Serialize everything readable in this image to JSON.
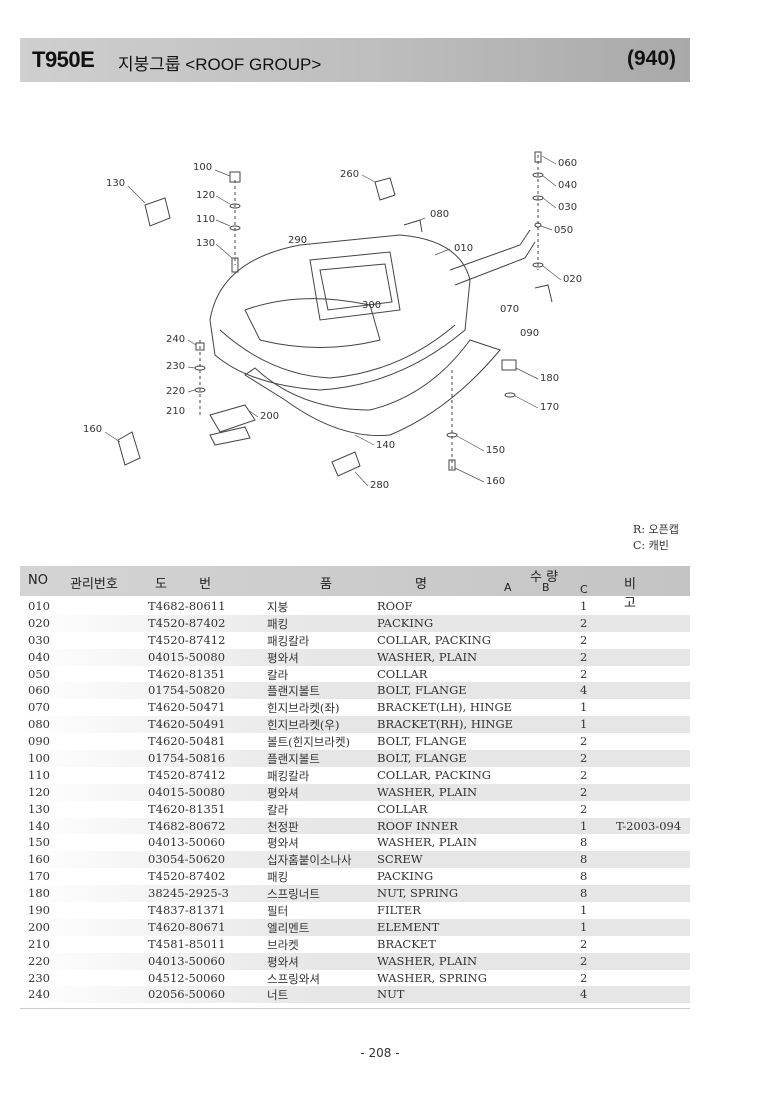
{
  "header": {
    "model": "T950E",
    "title": "지붕그룹 <ROOF GROUP>",
    "code": "(940)"
  },
  "legend": [
    "R: 오픈캡",
    "C: 캐빈"
  ],
  "table": {
    "headers": {
      "no": "NO",
      "mgmt": "관리번호",
      "drawing": "도 번",
      "name_ko": "품",
      "name_en": "명",
      "qty": "수 량",
      "qa": "A",
      "qb": "B",
      "qc": "C",
      "remarks": "비 고"
    }
  },
  "rows": [
    {
      "no": "010",
      "pn": "T4682-80611",
      "ko": "지붕",
      "en": "ROOF",
      "a": "",
      "b": "",
      "c": "1",
      "rm": ""
    },
    {
      "no": "020",
      "pn": "T4520-87402",
      "ko": "패킹",
      "en": "PACKING",
      "a": "",
      "b": "",
      "c": "2",
      "rm": ""
    },
    {
      "no": "030",
      "pn": "T4520-87412",
      "ko": "패킹칼라",
      "en": "COLLAR, PACKING",
      "a": "",
      "b": "",
      "c": "2",
      "rm": ""
    },
    {
      "no": "040",
      "pn": "04015-50080",
      "ko": "평와셔",
      "en": "WASHER, PLAIN",
      "a": "",
      "b": "",
      "c": "2",
      "rm": ""
    },
    {
      "no": "050",
      "pn": "T4620-81351",
      "ko": "칼라",
      "en": "COLLAR",
      "a": "",
      "b": "",
      "c": "2",
      "rm": ""
    },
    {
      "no": "060",
      "pn": "01754-50820",
      "ko": "플랜지볼트",
      "en": "BOLT, FLANGE",
      "a": "",
      "b": "",
      "c": "4",
      "rm": ""
    },
    {
      "no": "070",
      "pn": "T4620-50471",
      "ko": "힌지브라켓(좌)",
      "en": "BRACKET(LH), HINGE",
      "a": "",
      "b": "",
      "c": "1",
      "rm": ""
    },
    {
      "no": "080",
      "pn": "T4620-50491",
      "ko": "힌지브라켓(우)",
      "en": "BRACKET(RH), HINGE",
      "a": "",
      "b": "",
      "c": "1",
      "rm": ""
    },
    {
      "no": "090",
      "pn": "T4620-50481",
      "ko": "볼트(힌지브라켓)",
      "en": "BOLT, FLANGE",
      "a": "",
      "b": "",
      "c": "2",
      "rm": ""
    },
    {
      "no": "100",
      "pn": "01754-50816",
      "ko": "플랜지볼트",
      "en": "BOLT, FLANGE",
      "a": "",
      "b": "",
      "c": "2",
      "rm": ""
    },
    {
      "no": "110",
      "pn": "T4520-87412",
      "ko": "패킹칼라",
      "en": "COLLAR, PACKING",
      "a": "",
      "b": "",
      "c": "2",
      "rm": ""
    },
    {
      "no": "120",
      "pn": "04015-50080",
      "ko": "평와셔",
      "en": "WASHER, PLAIN",
      "a": "",
      "b": "",
      "c": "2",
      "rm": ""
    },
    {
      "no": "130",
      "pn": "T4620-81351",
      "ko": "칼라",
      "en": "COLLAR",
      "a": "",
      "b": "",
      "c": "2",
      "rm": ""
    },
    {
      "no": "140",
      "pn": "T4682-80672",
      "ko": "천정판",
      "en": "ROOF INNER",
      "a": "",
      "b": "",
      "c": "1",
      "rm": "T-2003-094"
    },
    {
      "no": "150",
      "pn": "04013-50060",
      "ko": "평와셔",
      "en": "WASHER, PLAIN",
      "a": "",
      "b": "",
      "c": "8",
      "rm": ""
    },
    {
      "no": "160",
      "pn": "03054-50620",
      "ko": "십자홈붙이소나사",
      "en": "SCREW",
      "a": "",
      "b": "",
      "c": "8",
      "rm": ""
    },
    {
      "no": "170",
      "pn": "T4520-87402",
      "ko": "패킹",
      "en": "PACKING",
      "a": "",
      "b": "",
      "c": "8",
      "rm": ""
    },
    {
      "no": "180",
      "pn": "38245-2925-3",
      "ko": "스프링너트",
      "en": "NUT, SPRING",
      "a": "",
      "b": "",
      "c": "8",
      "rm": ""
    },
    {
      "no": "190",
      "pn": "T4837-81371",
      "ko": "필터",
      "en": "FILTER",
      "a": "",
      "b": "",
      "c": "1",
      "rm": ""
    },
    {
      "no": "200",
      "pn": "T4620-80671",
      "ko": "엘리멘트",
      "en": "ELEMENT",
      "a": "",
      "b": "",
      "c": "1",
      "rm": ""
    },
    {
      "no": "210",
      "pn": "T4581-85011",
      "ko": "브라켓",
      "en": "BRACKET",
      "a": "",
      "b": "",
      "c": "2",
      "rm": ""
    },
    {
      "no": "220",
      "pn": "04013-50060",
      "ko": "평와셔",
      "en": "WASHER, PLAIN",
      "a": "",
      "b": "",
      "c": "2",
      "rm": ""
    },
    {
      "no": "230",
      "pn": "04512-50060",
      "ko": "스프링와셔",
      "en": "WASHER, SPRING",
      "a": "",
      "b": "",
      "c": "2",
      "rm": ""
    },
    {
      "no": "240",
      "pn": "02056-50060",
      "ko": "너트",
      "en": "NUT",
      "a": "",
      "b": "",
      "c": "4",
      "rm": ""
    }
  ],
  "diagram_labels": {
    "l100": "100",
    "l130a": "130",
    "l120": "120",
    "l110": "110",
    "l130b": "130",
    "l290": "290",
    "l260": "260",
    "l080": "080",
    "l010": "010",
    "l060": "060",
    "l040": "040",
    "l030": "030",
    "l050": "050",
    "l020": "020",
    "l070": "070",
    "l090": "090",
    "l300": "300",
    "l240": "240",
    "l230": "230",
    "l220": "220",
    "l210": "210",
    "l200": "200",
    "l160a": "160",
    "l140": "140",
    "l180": "180",
    "l170": "170",
    "l150": "150",
    "l160b": "160",
    "l280": "280"
  },
  "page_number": "- 208 -"
}
